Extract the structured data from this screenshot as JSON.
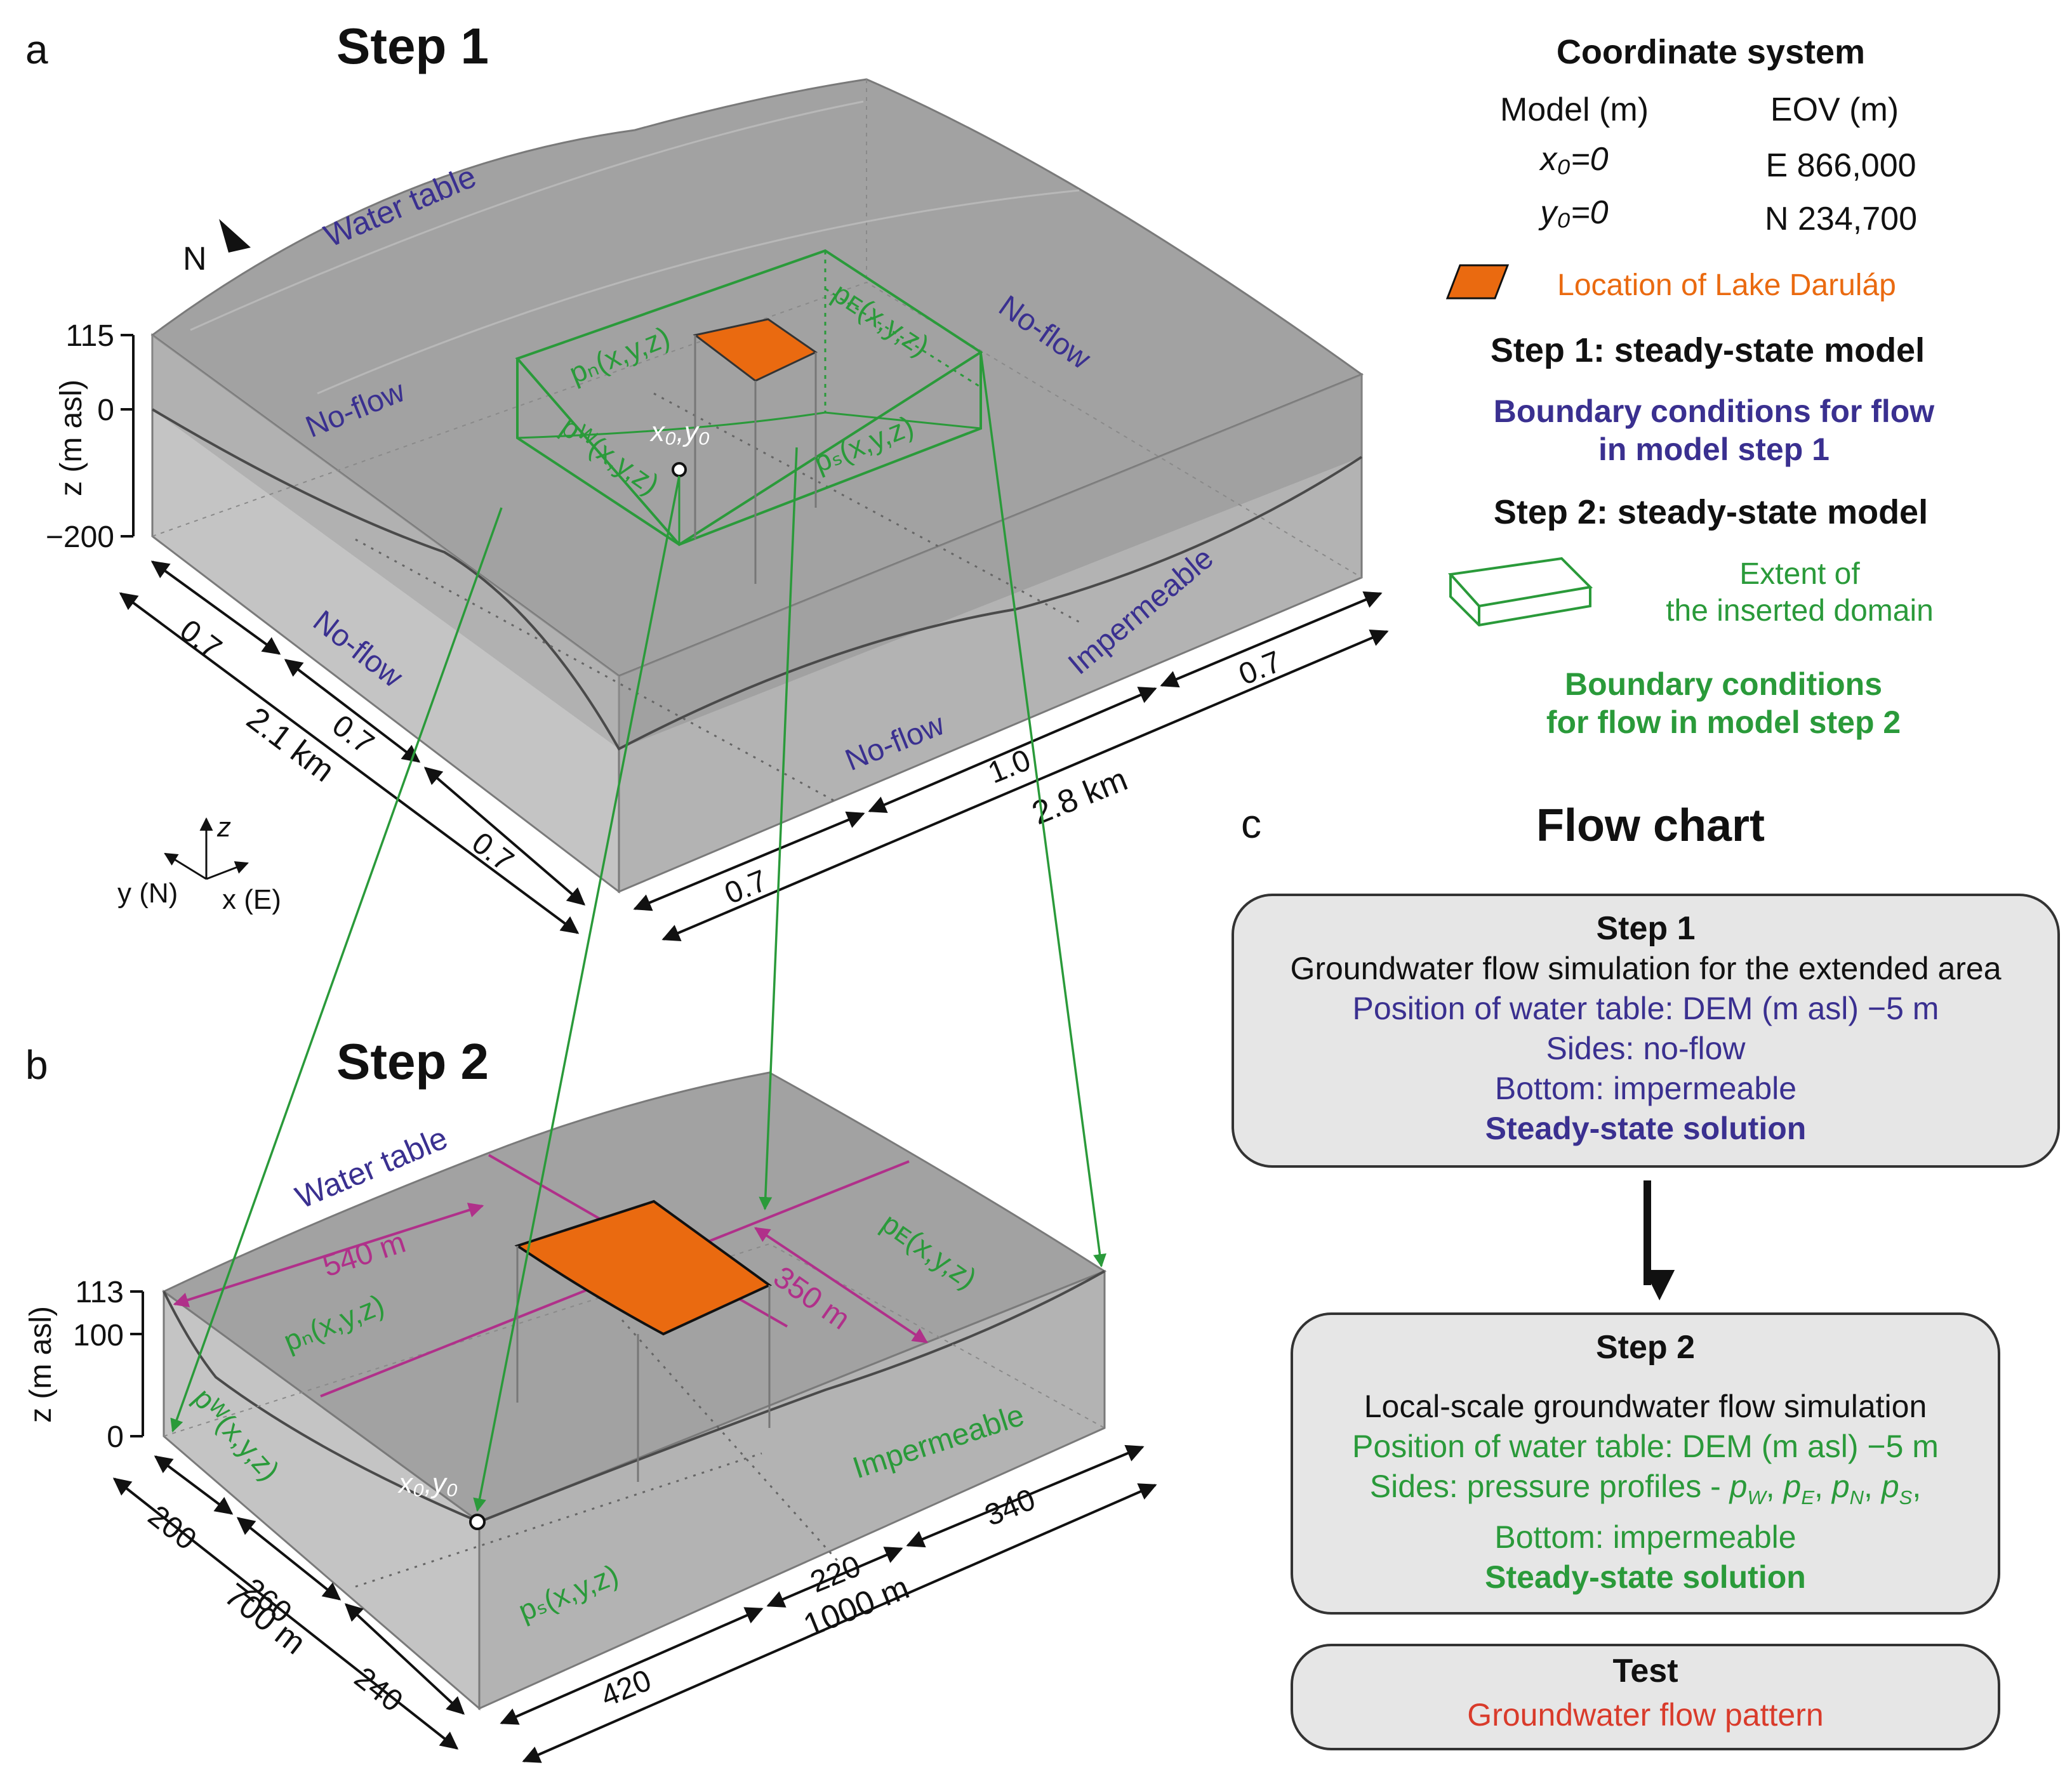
{
  "panels": {
    "a": "a",
    "b": "b",
    "c": "c",
    "step1_title": "Step 1",
    "step2_title": "Step 2",
    "flow_chart_title": "Flow chart"
  },
  "step1_diagram": {
    "water_table": "Water table",
    "north": "N",
    "z_ticks": [
      "115",
      "0",
      "−200"
    ],
    "z_axis_label": "z (m asl)",
    "no_flow": "No-flow",
    "impermeable": "Impermeable",
    "origin": "x₀,y₀",
    "p_N": "pₙ(x,y,z)",
    "p_E": "pᴇ(x,y,z)",
    "p_W": "pᵂ(x,y,z)",
    "p_S": "pₛ(x,y,z)",
    "y_dims": [
      "0.7",
      "0.7",
      "0.7"
    ],
    "y_total": "2.1 km",
    "x_dims": [
      "0.7",
      "1.0",
      "0.7"
    ],
    "x_total": "2.8 km",
    "axes": {
      "z": "z",
      "y": "y (N)",
      "x": "x (E)"
    }
  },
  "step2_diagram": {
    "water_table": "Water table",
    "z_ticks": [
      "113",
      "100",
      "0"
    ],
    "z_axis_label": "z (m asl)",
    "lake_dim_x": "540 m",
    "lake_dim_y": "350 m",
    "p_N": "pₙ(x,y,z)",
    "p_E": "pᴇ(x,y,z)",
    "p_W": "pᵂ(x,y,z)",
    "p_S": "pₛ(x,y,z)",
    "impermeable": "Impermeable",
    "origin": "x₀,y₀",
    "y_dims": [
      "200",
      "260",
      "240"
    ],
    "y_total": "700 m",
    "x_dims": [
      "420",
      "220",
      "340"
    ],
    "x_total": "1000 m"
  },
  "coordinate_system": {
    "title": "Coordinate system",
    "col_model": "Model (m)",
    "col_eov": "EOV (m)",
    "x0": "x₀=0",
    "x0_eov": "E 866,000",
    "y0": "y₀=0",
    "y0_eov": "N 234,700"
  },
  "legend": {
    "lake": "Location of Lake Daruláp",
    "step1_model": "Step 1: steady-state model",
    "step1_bc_line1": "Boundary conditions for flow",
    "step1_bc_line2": "in model step 1",
    "step2_model": "Step 2: steady-state model",
    "extent_line1": "Extent of",
    "extent_line2": "the inserted domain",
    "step2_bc_line1": "Boundary conditions",
    "step2_bc_line2": "for flow in model step 2"
  },
  "flow_chart": {
    "step1": {
      "title": "Step 1",
      "line1": "Groundwater flow simulation for the extended area",
      "line2": "Position of water table: DEM (m asl) −5 m",
      "line3": "Sides: no-flow",
      "line4": "Bottom: impermeable",
      "line5": "Steady-state solution"
    },
    "step2": {
      "title": "Step 2",
      "line1": "Local-scale groundwater flow simulation",
      "line2": "Position of water table: DEM (m asl) −5 m",
      "line3_prefix": "Sides: pressure profiles - ",
      "p_w": "p",
      "w_sub": "W",
      "p_e": "p",
      "e_sub": "E",
      "p_n": "p",
      "n_sub": "N",
      "p_s": "p",
      "s_sub": "S",
      "line4": "Bottom: impermeable",
      "line5": "Steady-state solution"
    },
    "test": {
      "title": "Test",
      "line1": "Groundwater flow pattern"
    }
  },
  "colors": {
    "no_flow": "#3a3090",
    "green": "#2a9a3a",
    "lake": "#ea6a10",
    "magenta": "#b0308a",
    "test_red": "#d93b2b",
    "box_grey": "#7f7f7f"
  }
}
